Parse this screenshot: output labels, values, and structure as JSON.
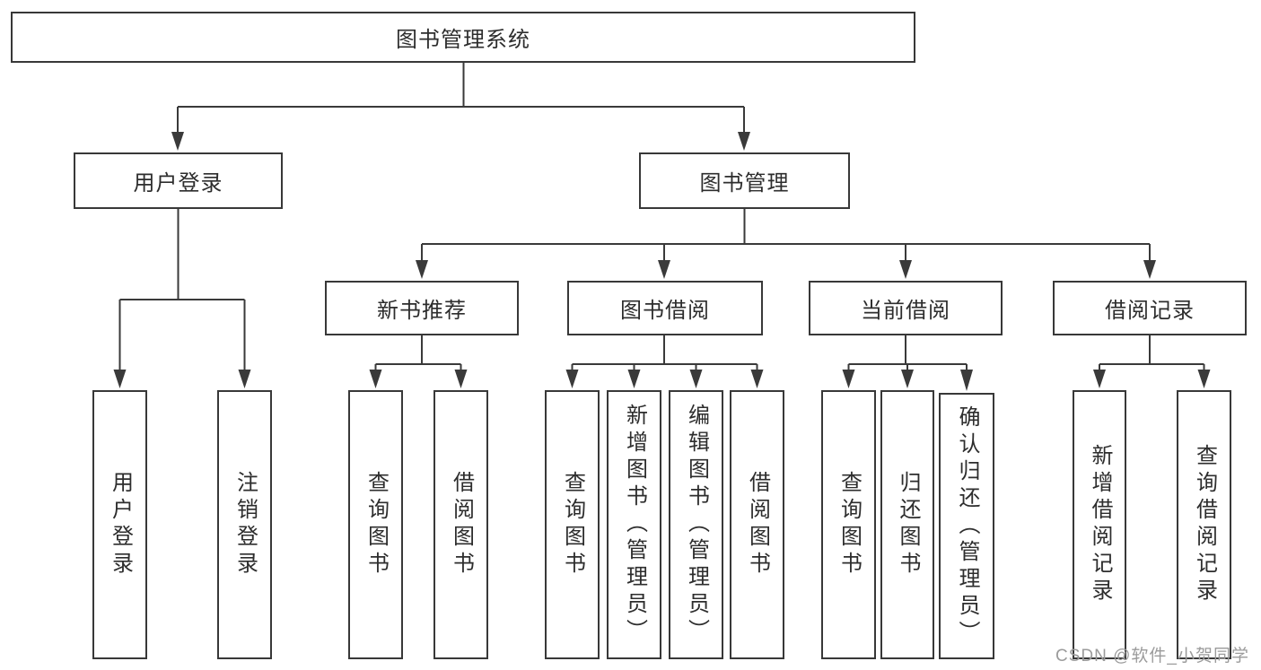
{
  "diagram": {
    "root": "图书管理系统",
    "branches": {
      "user_login": "用户登录",
      "book_management": "图书管理"
    },
    "modules": {
      "recommend": "新书推荐",
      "borrow": "图书借阅",
      "current": "当前借阅",
      "records": "借阅记录"
    },
    "leaves": {
      "user": [
        "用户登录",
        "注销登录"
      ],
      "recommend": [
        "查询图书",
        "借阅图书"
      ],
      "borrow": [
        "查询图书",
        "新增图书（管理员）",
        "编辑图书（管理员）",
        "借阅图书"
      ],
      "current": [
        "查询图书",
        "归还图书",
        "确认归还（管理员）"
      ],
      "records": [
        "新增借阅记录",
        "查询借阅记录"
      ]
    }
  },
  "watermark": "CSDN @软件_小贺同学",
  "colors": {
    "line": "#3a3a3a",
    "box_border": "#383838",
    "text": "#2d2d2d",
    "watermark": "#9b9b9b",
    "background": "#ffffff"
  }
}
